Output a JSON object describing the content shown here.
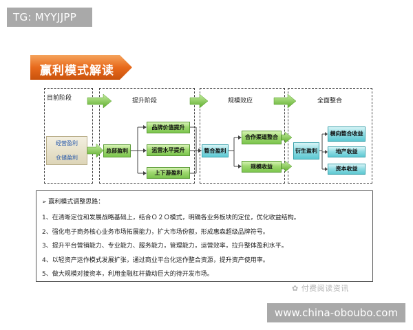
{
  "tag": {
    "text": "TG: MYYJJPP"
  },
  "title": {
    "text": "赢利模式解读",
    "colors": {
      "banner": "#e86a1c",
      "banner_light": "#f5a35c"
    }
  },
  "diagram": {
    "stages": [
      "目前阶段",
      "提升阶段",
      "规模效应",
      "全面整合"
    ],
    "current": [
      "经营盈利",
      "仓储盈利"
    ],
    "nodes": {
      "total_profit": "总部盈利",
      "brand_value": "品牌价值提升",
      "ops_level": "运营水平提升",
      "updown_profit": "上下游盈利",
      "integrated_profit": "整合盈利",
      "channel_integration": "合作渠道整合",
      "scale_profit": "规模收益",
      "derivative_profit": "衍生盈利",
      "vertical_integration": "横向整合收益",
      "real_estate": "地产收益",
      "capital": "资本收益"
    },
    "colors": {
      "green": "#7cc54e",
      "teal": "#5ec8d2",
      "arrow": "#6fbf3a",
      "text_blue": "#2255aa"
    }
  },
  "summary": {
    "heading": "赢利模式调整思路：",
    "items": [
      "1、在清晰定位和发展战略基础上，结合Ｏ２Ｏ模式，明确各业务板块的定位，优化收益结构。",
      "2、强化电子商务核心业务市场拓展能力，扩大市场份额，形成惠森超级品牌符号。",
      "3、提升平台营销能力、专业能力、服务能力，管理能力，运营效率，拉升整体盈利水平。",
      "4、以轻资产运作模式发展扩张，通过商业平台化运作整合资源，提升资产使用率。",
      "5、做大规模对接资本，利用金融杠杆撬动巨大的待开发市场。"
    ]
  },
  "watermark": {
    "text": "付费阅读资讯"
  },
  "url": {
    "text": "www.china-oboubo.com"
  }
}
